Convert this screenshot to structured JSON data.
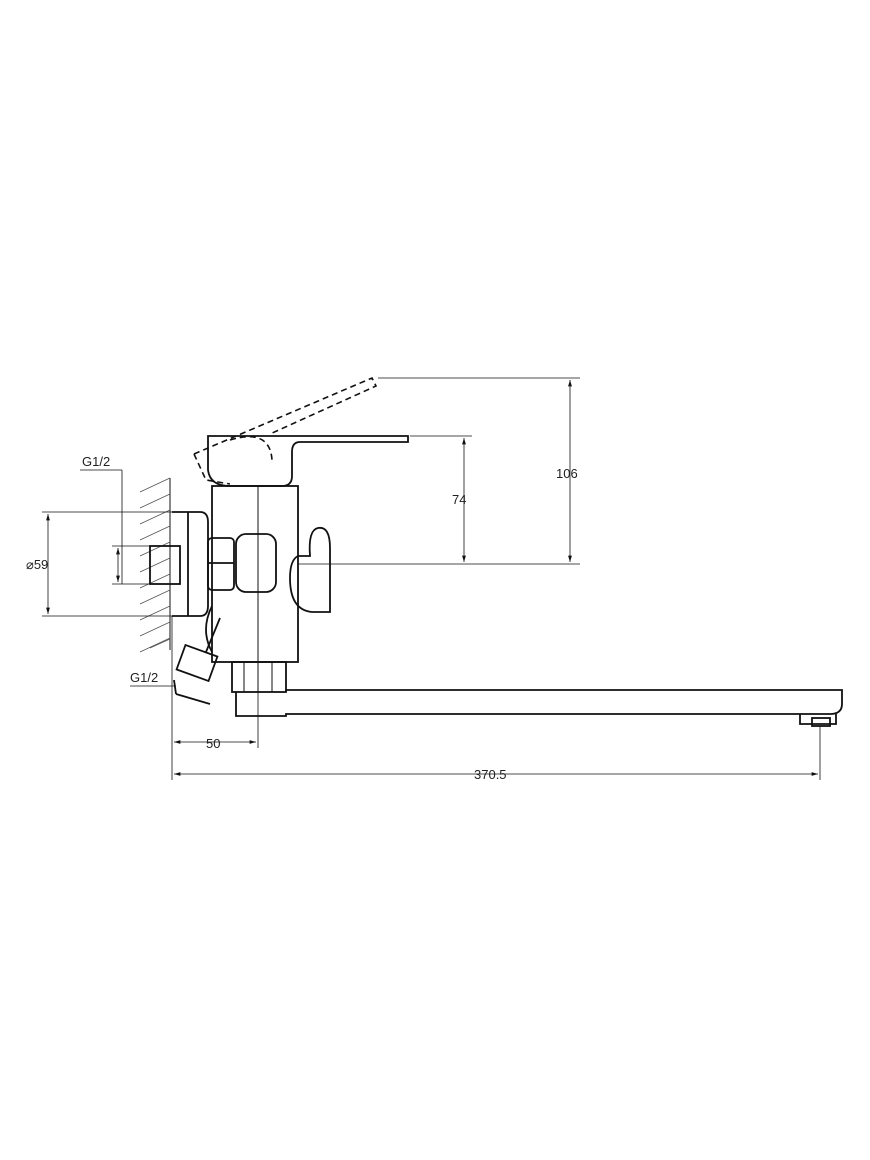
{
  "drawing": {
    "dimensions": {
      "lever_height": "106",
      "body_height": "74",
      "flange_diameter": "⌀59",
      "inlet_thread_top": "G1/2",
      "inlet_thread_bottom": "G1/2",
      "inlet_offset": "50",
      "spout_reach": "370.5"
    }
  }
}
